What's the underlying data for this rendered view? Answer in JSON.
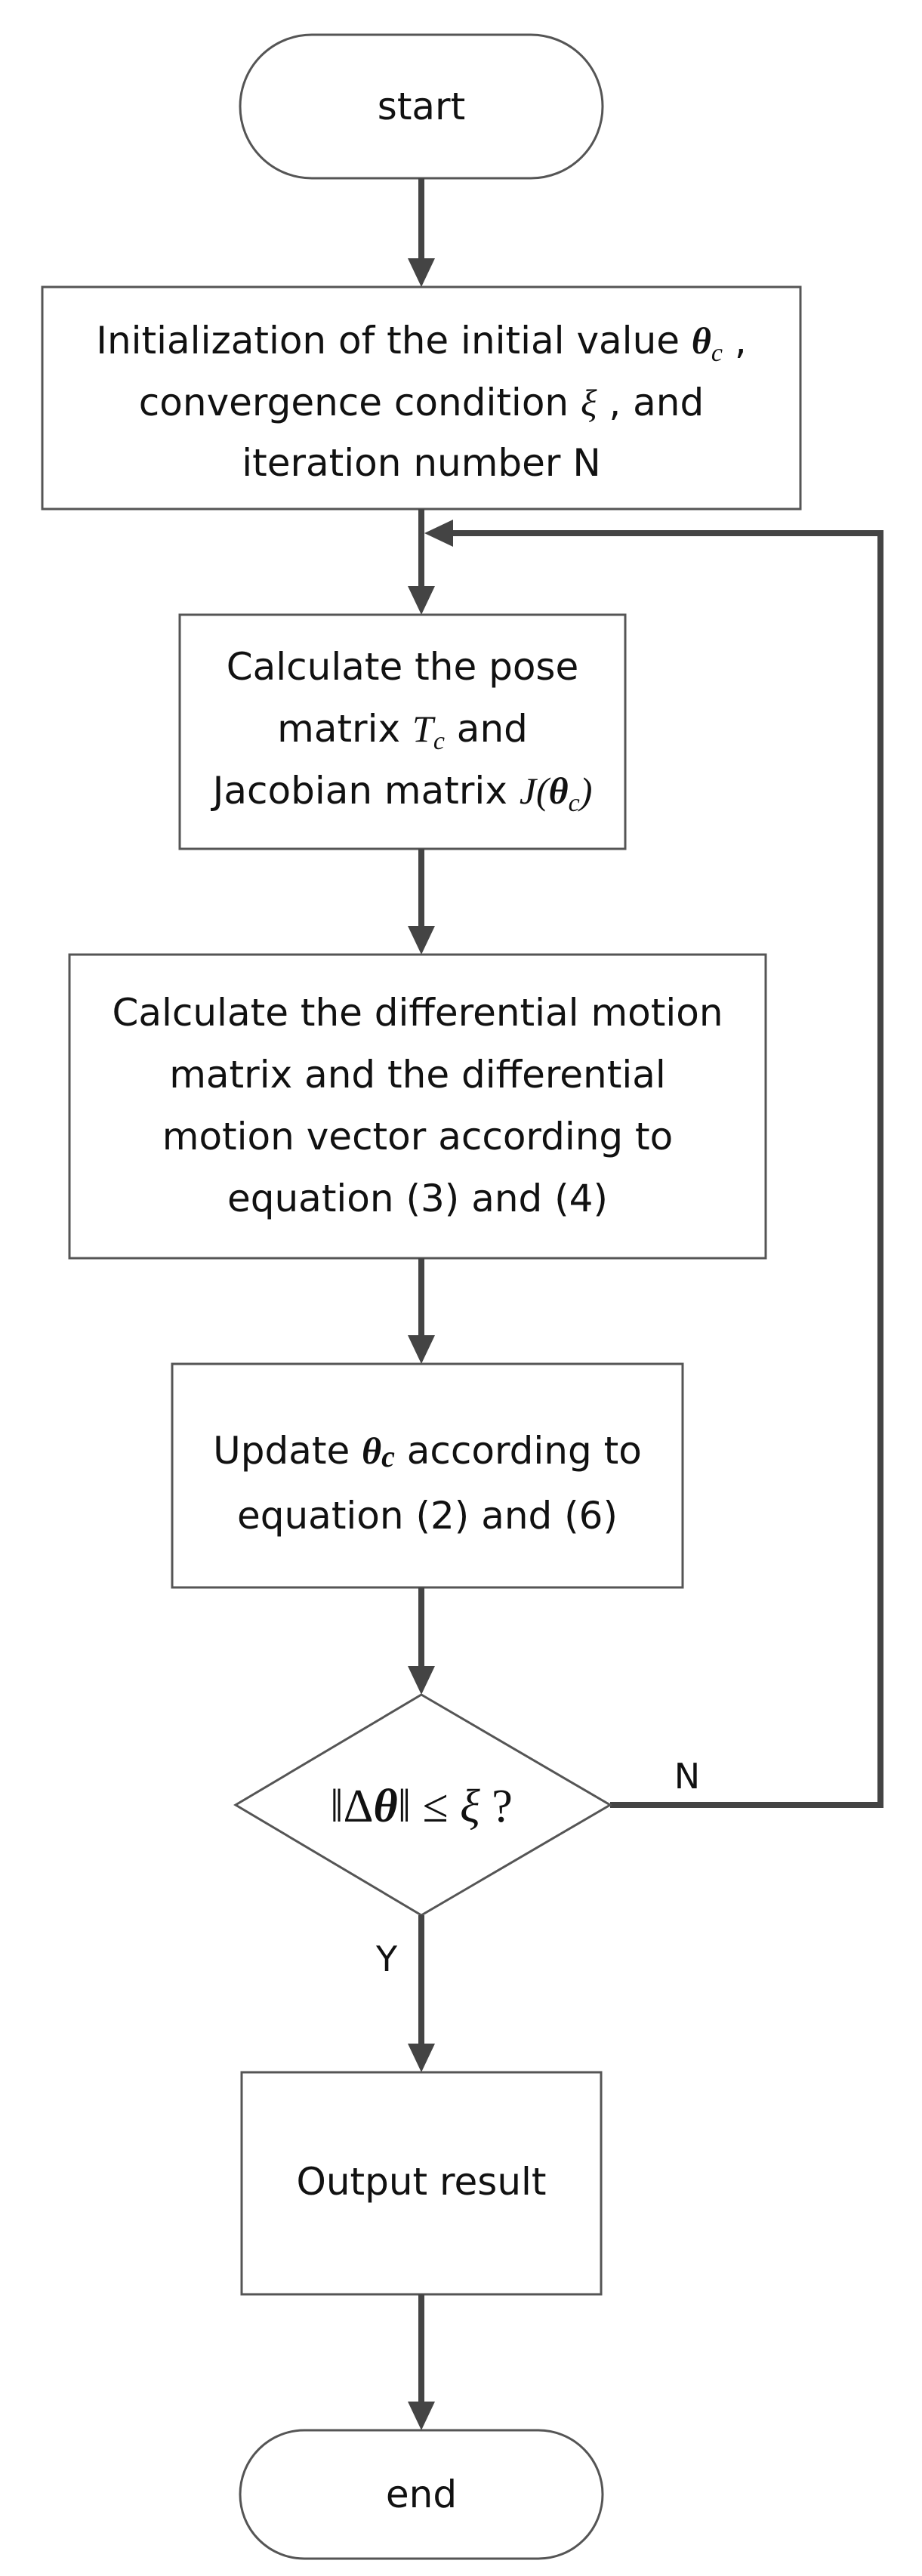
{
  "nodes": {
    "start": "start",
    "init": {
      "line1_pre": "Initialization of the initial value ",
      "line1_sym": "θ",
      "line1_sub": "c",
      "line1_post": " ,",
      "line2_pre": "convergence condition ",
      "line2_sym": "ξ",
      "line2_post": " , and",
      "line3": "iteration number N"
    },
    "pose": {
      "line1": "Calculate the pose",
      "line2_pre": "matrix ",
      "line2_sym": "T",
      "line2_sub": "c",
      "line2_post": " and",
      "line3_pre": "Jacobian matrix ",
      "line3_sym": "J",
      "line3_open": "(",
      "line3_theta": "θ",
      "line3_sub": "c",
      "line3_close": ")"
    },
    "differential": {
      "line1": "Calculate the differential motion",
      "line2": "matrix and the differential",
      "line3": "motion vector according to",
      "line4": "equation (3) and (4)"
    },
    "update": {
      "line1_pre": "Update ",
      "line1_sym": "θ",
      "line1_sub": "c",
      "line1_post": " according to",
      "line2": "equation (2) and (6)"
    },
    "decision": {
      "norm_open": "‖",
      "delta": "Δ",
      "theta": "θ",
      "norm_close": "‖",
      "rel": " ≤ ",
      "xi": "ξ",
      "q": " ?"
    },
    "output": "Output result",
    "end": "end"
  },
  "edge_labels": {
    "no": "N",
    "yes": "Y"
  }
}
